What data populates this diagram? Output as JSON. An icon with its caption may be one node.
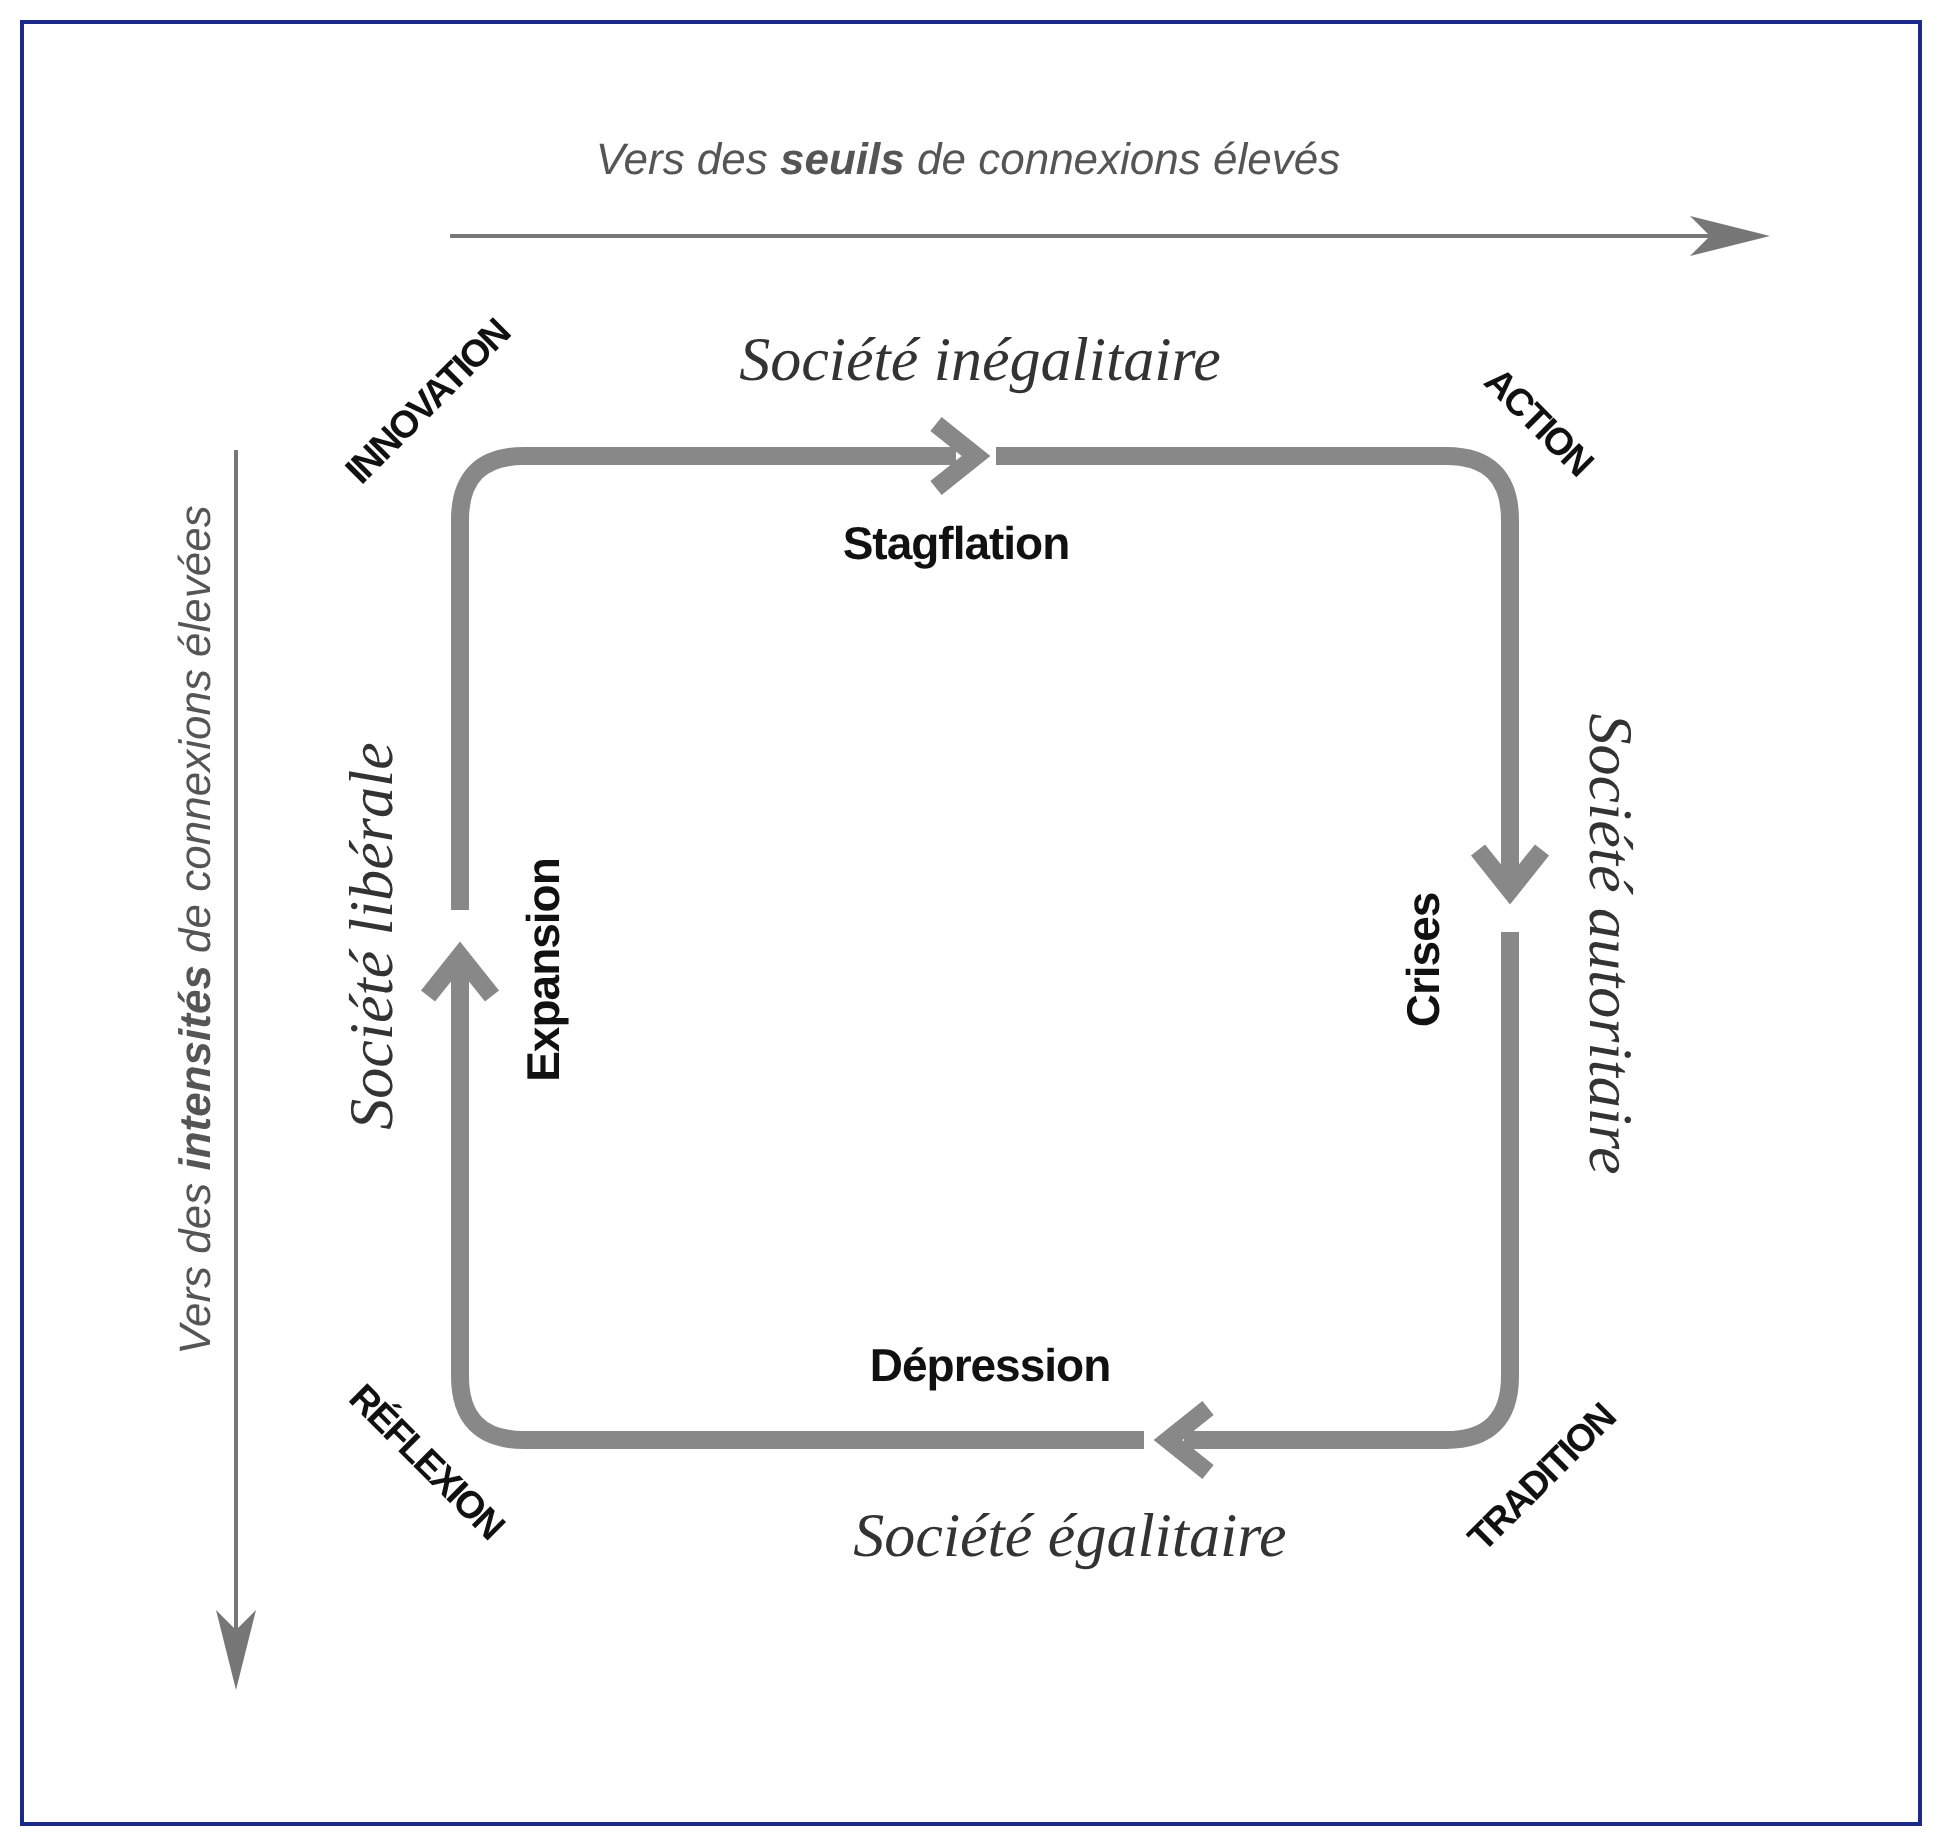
{
  "diagram": {
    "labels": [
      "Vers des **seuils** de connexions élevés",
      "INNOVATION",
      "Société inégalitaire",
      "ACTION",
      "Stagflation",
      "Vers des **intensités** de connexions élevées",
      "Société libérale",
      "Expansion",
      "Crises",
      "Société autoritaire",
      "Dépression",
      "RÉFLEXION",
      "Société égalitaire",
      "TRADITION"
    ]
  }
}
